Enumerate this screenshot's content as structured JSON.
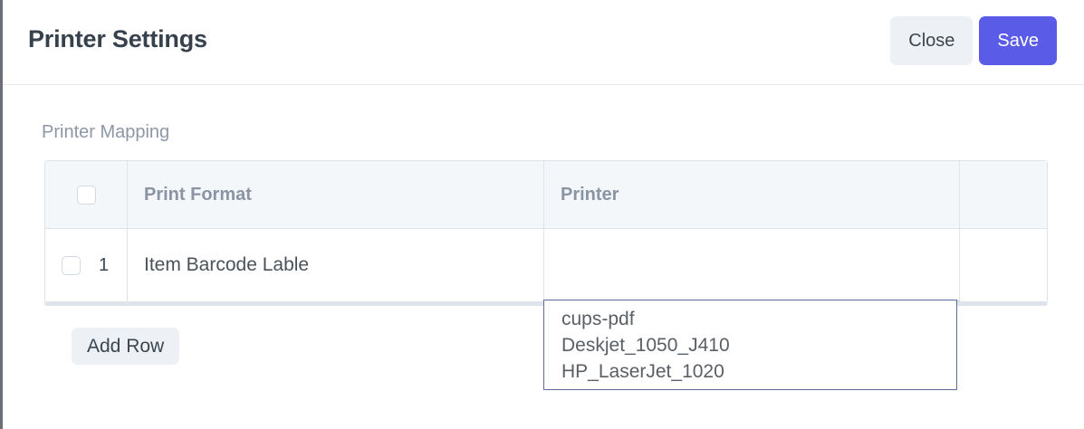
{
  "header": {
    "title": "Printer Settings",
    "close_label": "Close",
    "save_label": "Save",
    "primary_color": "#5a5ce8",
    "secondary_color": "#edf1f5"
  },
  "body": {
    "section_label": "Printer Mapping",
    "add_row_label": "Add Row"
  },
  "table": {
    "columns": [
      {
        "key": "select",
        "label": ""
      },
      {
        "key": "print_format",
        "label": "Print Format"
      },
      {
        "key": "printer",
        "label": "Printer"
      },
      {
        "key": "blank",
        "label": ""
      }
    ],
    "rows": [
      {
        "index": "1",
        "print_format": "Item Barcode Lable",
        "printer": ""
      }
    ]
  },
  "dropdown": {
    "open": true,
    "options": [
      "cups-pdf",
      "Deskjet_1050_J410",
      "HP_LaserJet_1020"
    ]
  }
}
